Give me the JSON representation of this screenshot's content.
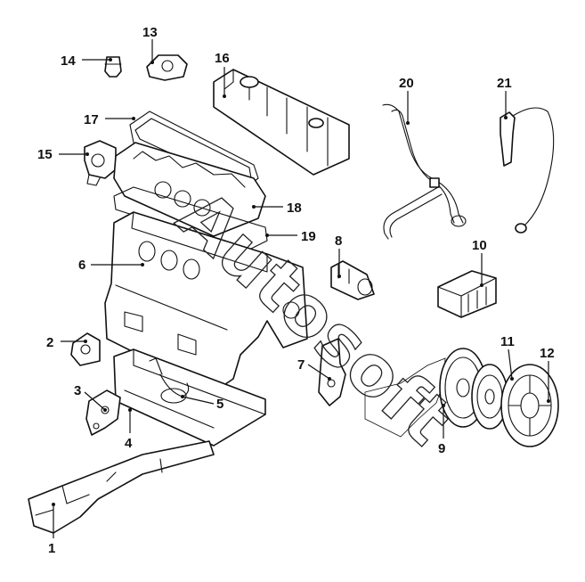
{
  "callouts": [
    "1",
    "2",
    "3",
    "4",
    "5",
    "6",
    "7",
    "8",
    "9",
    "10",
    "11",
    "12",
    "13",
    "14",
    "15",
    "16",
    "17",
    "18",
    "19",
    "20",
    "21"
  ],
  "watermark": "Autosoft"
}
